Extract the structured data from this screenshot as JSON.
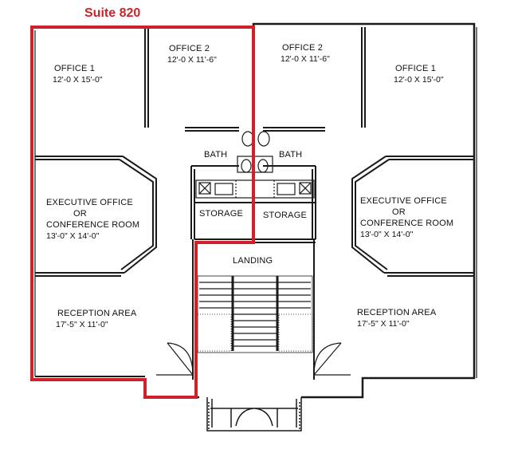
{
  "suite": {
    "title": "Suite 820",
    "highlight_color": "#d0202a"
  },
  "colors": {
    "wall": "#1a1a1a",
    "background": "#ffffff"
  },
  "rooms": {
    "left_office1": {
      "name": "OFFICE 1",
      "dims": "12'-0 X 15'-0\""
    },
    "left_office2": {
      "name": "OFFICE 2",
      "dims": "12'-0 X 11'-6\""
    },
    "right_office2": {
      "name": "OFFICE 2",
      "dims": "12'-0 X 11'-6\""
    },
    "right_office1": {
      "name": "OFFICE 1",
      "dims": "12'-0 X 15'-0\""
    },
    "left_bath": {
      "name": "BATH"
    },
    "right_bath": {
      "name": "BATH"
    },
    "left_exec": {
      "line1": "EXECUTIVE OFFICE",
      "line2": "OR",
      "line3": "CONFERENCE ROOM",
      "dims": "13'-0\" X 14'-0\""
    },
    "right_exec": {
      "line1": "EXECUTIVE OFFICE",
      "line2": "OR",
      "line3": "CONFERENCE ROOM",
      "dims": "13'-0\" X 14'-0\""
    },
    "left_storage": {
      "name": "STORAGE"
    },
    "right_storage": {
      "name": "STORAGE"
    },
    "landing": {
      "name": "LANDING"
    },
    "left_reception": {
      "name": "RECEPTION AREA",
      "dims": "17'-5\" X 11'-0\""
    },
    "right_reception": {
      "name": "RECEPTION AREA",
      "dims": "17'-5\" X 11'-0\""
    }
  }
}
